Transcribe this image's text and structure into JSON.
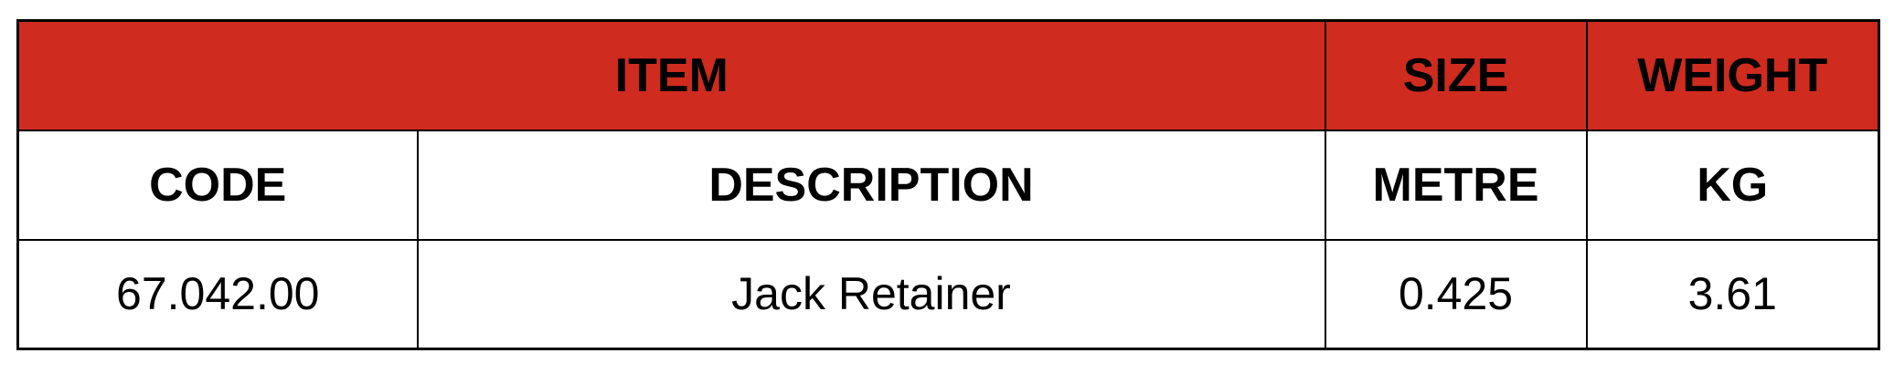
{
  "colors": {
    "header_background": "#cf2b1f",
    "border": "#000000",
    "text": "#000000",
    "background": "#ffffff"
  },
  "header": {
    "item": "ITEM",
    "size": "SIZE",
    "weight": "WEIGHT"
  },
  "subheader": {
    "code": "CODE",
    "description": "DESCRIPTION",
    "metre": "METRE",
    "kg": "KG"
  },
  "rows": [
    {
      "code": "67.042.00",
      "description": "Jack Retainer",
      "size": "0.425",
      "weight": "3.61"
    }
  ]
}
